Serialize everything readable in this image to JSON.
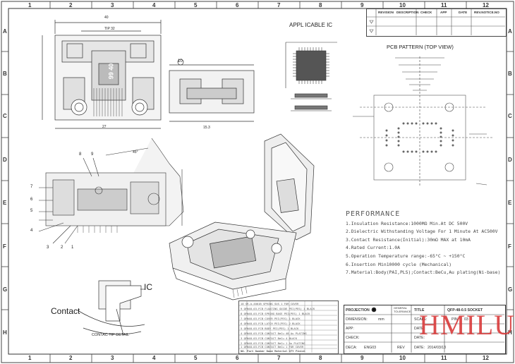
{
  "columns": [
    "1",
    "2",
    "3",
    "4",
    "5",
    "6",
    "7",
    "8",
    "9",
    "10",
    "11",
    "12"
  ],
  "rows": [
    "A",
    "B",
    "C",
    "D",
    "E",
    "F",
    "G",
    "H"
  ],
  "applicable_ic_title": "APPL ICABLE IC",
  "pcb_title": "PCB PATTERN (TOP VIEW)",
  "chip_label": "99 40",
  "callouts": [
    "7",
    "6",
    "5",
    "4",
    "3",
    "2",
    "1",
    "8",
    "9",
    "10"
  ],
  "contact_label": "Contact",
  "ic_label": "IC",
  "tip_detail_label": "CONTAC TIP DETAIL",
  "dims": {
    "d40": "40",
    "d_tip": "TIP 32",
    "d27": "27",
    "d15": "15.3",
    "d45": "45°"
  },
  "performance": {
    "title": "PERFORMANCE",
    "lines": [
      "1.Insulation Resistance:1000MΩ Min.At DC 500V",
      "2.Dielectric Withstanding Voltage For 1 Minute At AC500V",
      "3.Contact Resistance(Initial):30mΩ MAX at 10mA",
      "4.Rated Current:1.0A",
      "5.Operation Temperature range:-65°C ~ +150°C",
      "6.Insertion Min10000 cycle (Mechanical)",
      "7.Material:Body(PAI,PLS);Contact:BeCu,Au plating(Ni-base)"
    ]
  },
  "revision_headers": [
    "REVISION",
    "DESCRIPTION",
    "CHECK",
    "APP",
    "DATE",
    "REV.NOTICE.NO"
  ],
  "title_block": {
    "projection": "PROJECTION",
    "general_tolerance": "GENERAL TOLERANCE",
    "title": "TITLE",
    "title_value": "QFP-48-0.5 SOCKET",
    "drawing_no": "PIN",
    "dimension": "DIMENSION:",
    "unit": "mm",
    "scale": "SCALE:",
    "app": "APP:",
    "check": "CHECK:",
    "deca": "DECA:",
    "deca_value": "ENG03",
    "date": "DATE:",
    "date_value": "2014/03/13",
    "rev": "REV",
    "sheet_no": "03"
  },
  "bom_header": [
    "NO.",
    "Part Number",
    "Name",
    "Material",
    "QTY",
    "Finish"
  ],
  "bom_lines": [
    "10  SR-A-4001B   SPRING   SUS   1   FOR COVER",
    "9   QFN48-03-FCB  FLOATING GUIDE  PEI(PES)  1  BLACK",
    "8   QFN48-03-FCB  SPRING BASE  PEI(PES)  1  BLACK",
    "7   QFN48-03-FCB  COVER  PEI(PES)  1  BLACK",
    "6   QFN48-03-FCB  LATCH  PEI(PES)  2  BLACK",
    "5   QFN48-03-FCB  BODY  PEI(PES)  1  BLACK",
    "4   QFN48-03-FCB  CONTACT  BeCu  48  Au PLATING",
    "3   QFN48-03-FCB  CONTACT  BeCu  4  BLACK",
    "2   QFN48-03-FCB  CONTACT  BeCu  1  Au PLATING",
    "1   QFN48-03-FCB  CONTACT  BeCu  1  FOR COVER"
  ],
  "logo_text": "HMILU"
}
